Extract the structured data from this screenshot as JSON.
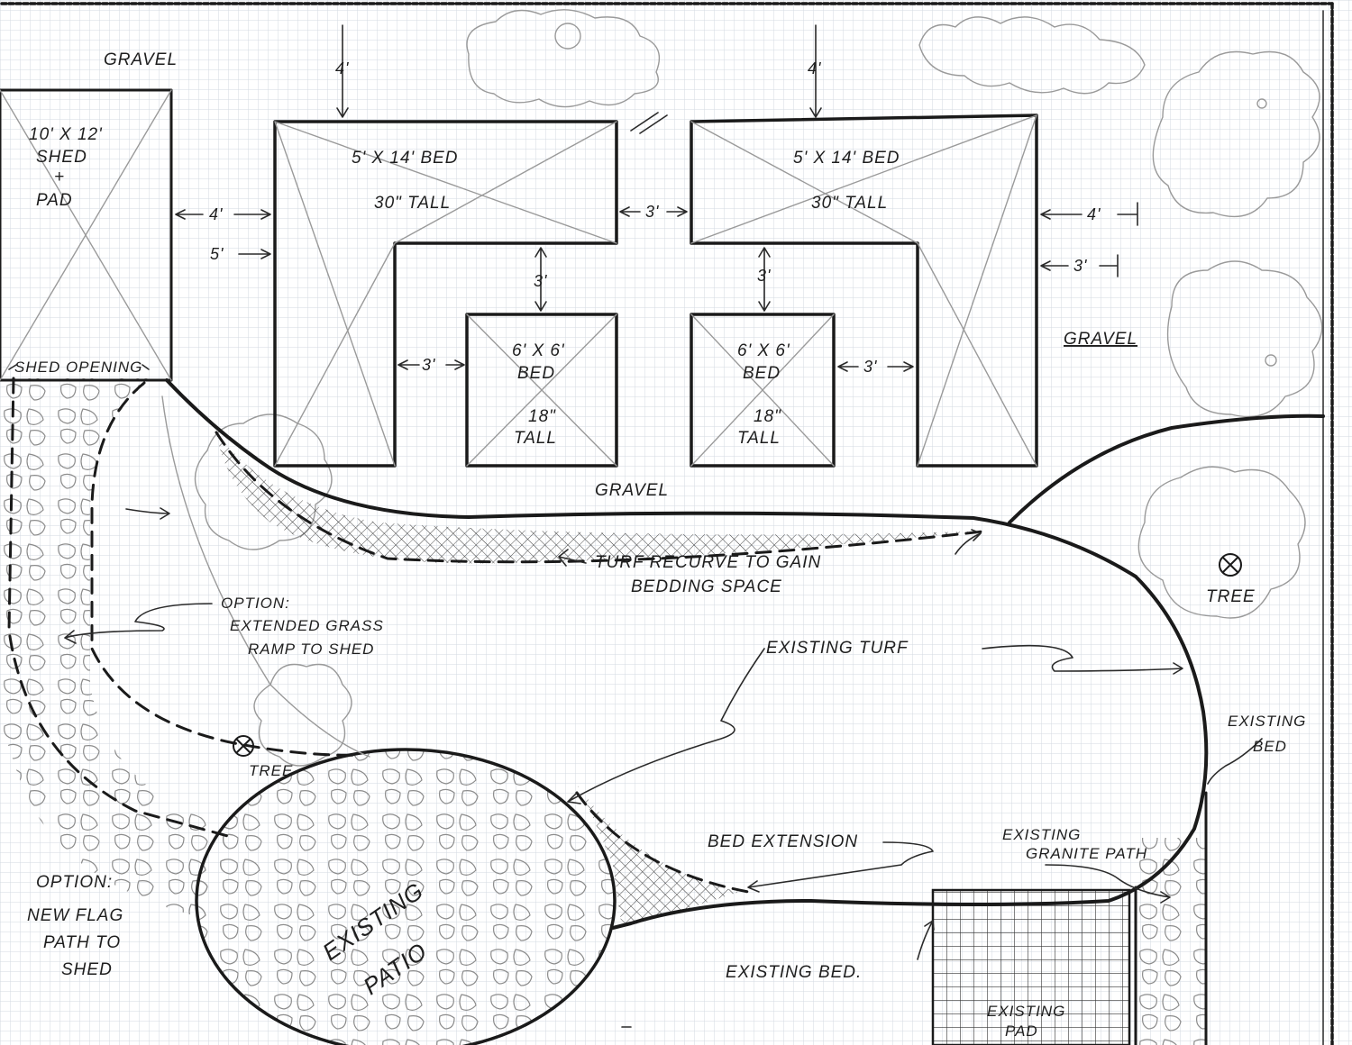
{
  "labels": {
    "gravel_top": "GRAVEL",
    "gravel_right": "GRAVEL",
    "gravel_mid": "GRAVEL",
    "dim_4_top_left": "4'",
    "dim_4_top_right": "4'",
    "shed": [
      "10' X 12'",
      "SHED",
      "+",
      "PAD"
    ],
    "dim_shed_4": "4'",
    "dim_shed_5": "5'",
    "bed_left": [
      "5' X 14' BED",
      "30\" TALL"
    ],
    "bed_right": [
      "5' X 14' BED",
      "30\" TALL"
    ],
    "dim_between_3": "3'",
    "dim_right_4": "4'",
    "dim_right_3": "3'",
    "dim_inner_left_3": "3'",
    "dim_inner_right_3": "3'",
    "dim_side_left_3": "3'",
    "dim_side_right_3": "3'",
    "small_bed_left": [
      "6' X 6'",
      "BED",
      "18\"",
      "TALL"
    ],
    "small_bed_right": [
      "6' X 6'",
      "BED",
      "18\"",
      "TALL"
    ],
    "shed_opening": "SHED OPENING",
    "turf_recurve": [
      "TURF RECURVE TO GAIN",
      "BEDDING SPACE"
    ],
    "tree_right": "TREE",
    "tree_left": "TREE",
    "option_ramp": [
      "OPTION:",
      "EXTENDED GRASS",
      "RAMP TO SHED"
    ],
    "existing_turf": "EXISTING TURF",
    "existing_bed_right": [
      "EXISTING",
      "BED"
    ],
    "bed_extension": "BED EXTENSION",
    "granite_path": [
      "EXISTING",
      "GRANITE PATH"
    ],
    "option_flag": [
      "OPTION:",
      "NEW FLAG",
      "PATH TO",
      "SHED"
    ],
    "existing_patio": [
      "EXISTING",
      "PATIO"
    ],
    "existing_bed_bottom": "EXISTING BED.",
    "existing_pad": [
      "EXISTING",
      "PAD"
    ]
  }
}
